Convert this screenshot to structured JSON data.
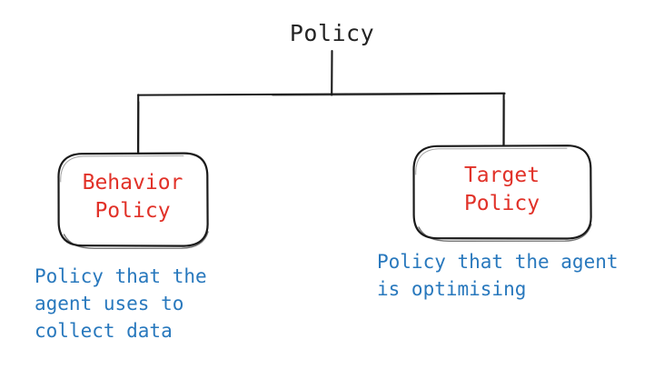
{
  "diagram": {
    "title": "Policy",
    "background_color": "#ffffff",
    "root": {
      "label": "Policy",
      "color": "#232323"
    },
    "nodes": [
      {
        "id": "behavior-policy",
        "label": "Behavior\nPolicy",
        "text_color": "#e13128",
        "border_color": "#1a1a1a",
        "fill_color": "#ffffff",
        "caption": "Policy that the\nagent uses to\ncollect data",
        "caption_color": "#2878bd"
      },
      {
        "id": "target-policy",
        "label": "Target\nPolicy",
        "text_color": "#e13128",
        "border_color": "#1a1a1a",
        "fill_color": "#ffffff",
        "caption": "Policy that the agent\nis optimising",
        "caption_color": "#2878bd"
      }
    ],
    "connector": {
      "style": "hand-drawn-tree",
      "color": "#1a1a1a"
    }
  }
}
